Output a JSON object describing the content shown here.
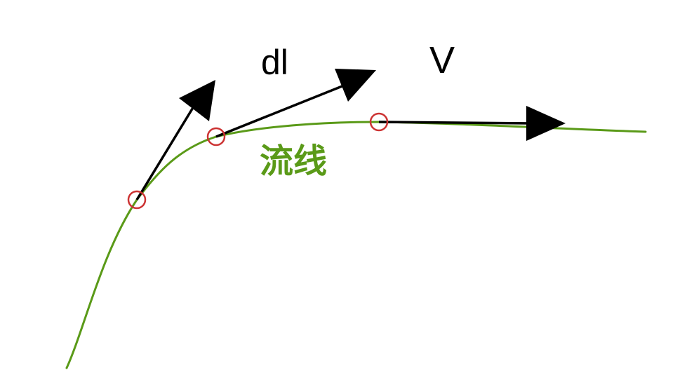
{
  "labels": {
    "dl": "dl",
    "v": "V",
    "streamline": "流线"
  },
  "colors": {
    "streamline": "#5a9a18",
    "marker": "#cc3333",
    "arrow": "#000000",
    "label_text": "#000000"
  }
}
